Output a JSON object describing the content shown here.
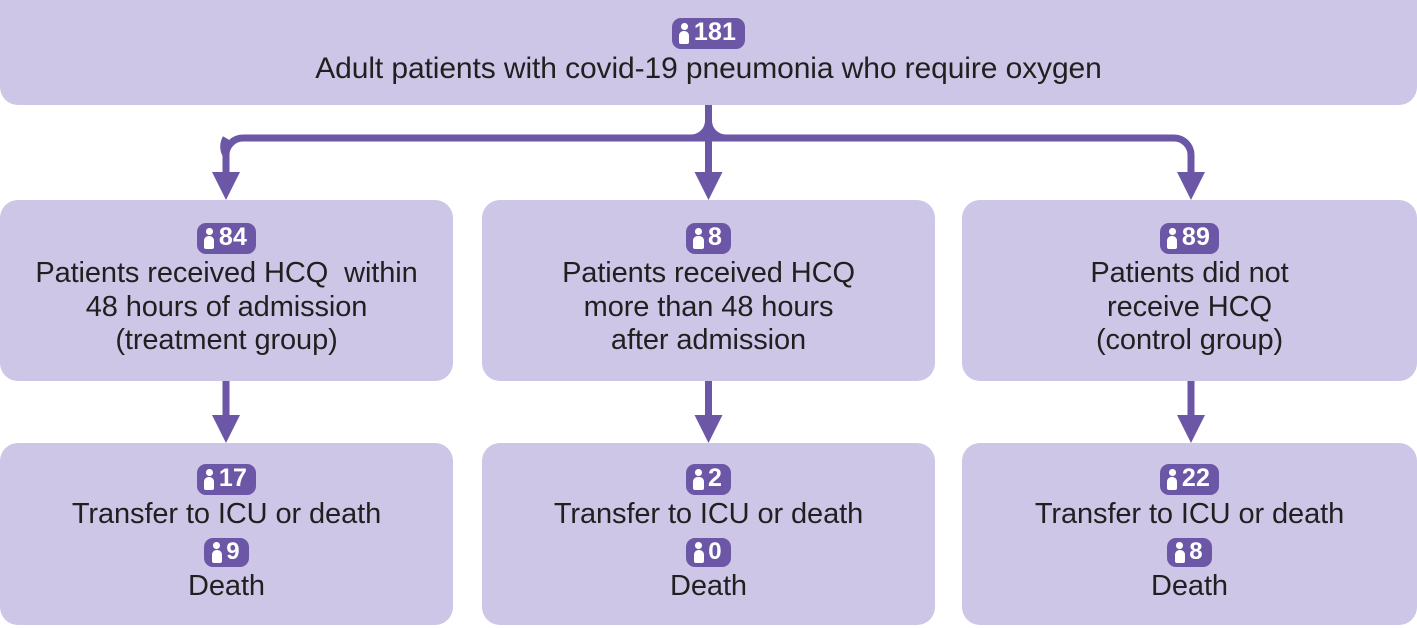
{
  "diagram": {
    "title_node": {
      "count": "181",
      "icon": "person-icon",
      "text": "Adult patients with covid-19 pneumonia who require oxygen"
    },
    "groups": [
      {
        "count": "84",
        "icon": "person-icon",
        "line1": "Patients received HCQ  within",
        "line2": "48 hours of admission",
        "line3": "(treatment group)",
        "outcome": {
          "primary_count": "17",
          "primary_label": "Transfer to ICU or death",
          "secondary_count": "9",
          "secondary_label": "Death"
        }
      },
      {
        "count": "8",
        "icon": "person-icon",
        "line1": "Patients received HCQ",
        "line2": "more than 48 hours",
        "line3": "after admission",
        "outcome": {
          "primary_count": "2",
          "primary_label": "Transfer to ICU or death",
          "secondary_count": "0",
          "secondary_label": "Death"
        }
      },
      {
        "count": "89",
        "icon": "person-icon",
        "line1": "Patients did not",
        "line2": "receive HCQ",
        "line3": "(control group)",
        "outcome": {
          "primary_count": "22",
          "primary_label": "Transfer to ICU or death",
          "secondary_count": "8",
          "secondary_label": "Death"
        }
      }
    ],
    "colors": {
      "box_fill": "#cdc6e6",
      "accent": "#6b57a6",
      "text": "#231f20",
      "badge_text": "#ffffff"
    }
  }
}
